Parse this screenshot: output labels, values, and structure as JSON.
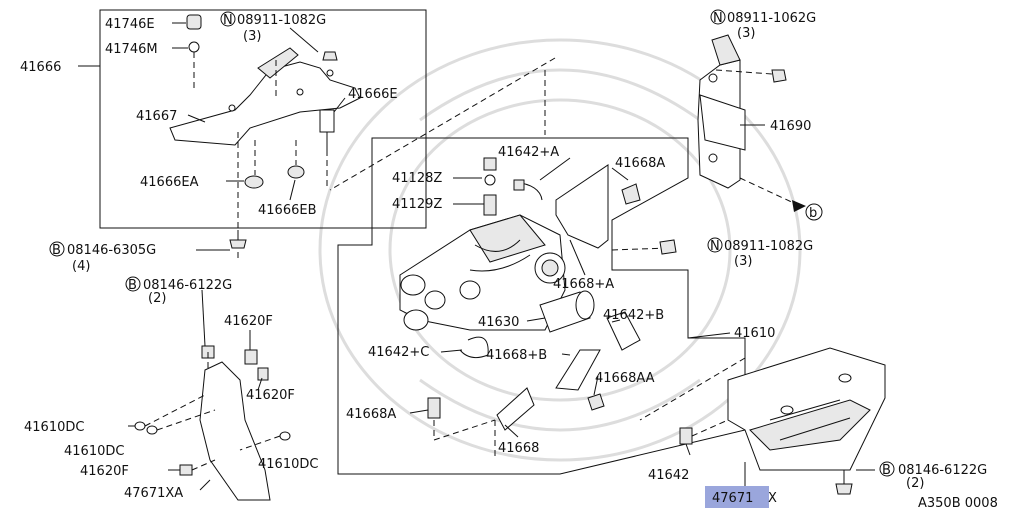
{
  "labels": {
    "p41666": "41666",
    "p41746E": "41746E",
    "p41746M": "41746M",
    "n08911_1082G_top": "08911-1082G",
    "n08911_1082G_top_qty": "(3)",
    "p41667": "41667",
    "p41666E": "41666E",
    "p41666EA": "41666EA",
    "p41666EB": "41666EB",
    "b08146_6305G": "08146-6305G",
    "b08146_6305G_qty": "(4)",
    "b08146_6122G_left": "08146-6122G",
    "b08146_6122G_left_qty": "(2)",
    "p41620F_a": "41620F",
    "p41620F_b": "41620F",
    "p41610DC_a": "41610DC",
    "p41610DC_b": "41610DC",
    "p41610DC_c": "41610DC",
    "p41620F_c": "41620F",
    "p47671XA": "47671XA",
    "p41642A": "41642+A",
    "p41668A_top": "41668A",
    "p41128Z": "41128Z",
    "p41129Z": "41129Z",
    "p41668plusA": "41668+A",
    "p41630": "41630",
    "p41642B": "41642+B",
    "p41642C": "41642+C",
    "p41668B": "41668+B",
    "p41668AA": "41668AA",
    "p41668A_bot": "41668A",
    "p41668": "41668",
    "p41610": "41610",
    "n08911_1082G_mid": "08911-1082G",
    "n08911_1082G_mid_qty": "(3)",
    "n08911_1062G": "08911-1062G",
    "n08911_1062G_qty": "(3)",
    "p41690": "41690",
    "ref_b": "b",
    "p41642": "41642",
    "p47671X_a": "47671",
    "p47671X_b": "X",
    "b08146_6122G_right": "08146-6122G",
    "b08146_6122G_right_qty": "(2)",
    "diagram_code": "A350B 0008",
    "prefix_N": "N",
    "prefix_B": "B"
  },
  "colors": {
    "highlight": "#9aa6dc",
    "line": "#111111",
    "watermark": "#dddddd"
  }
}
